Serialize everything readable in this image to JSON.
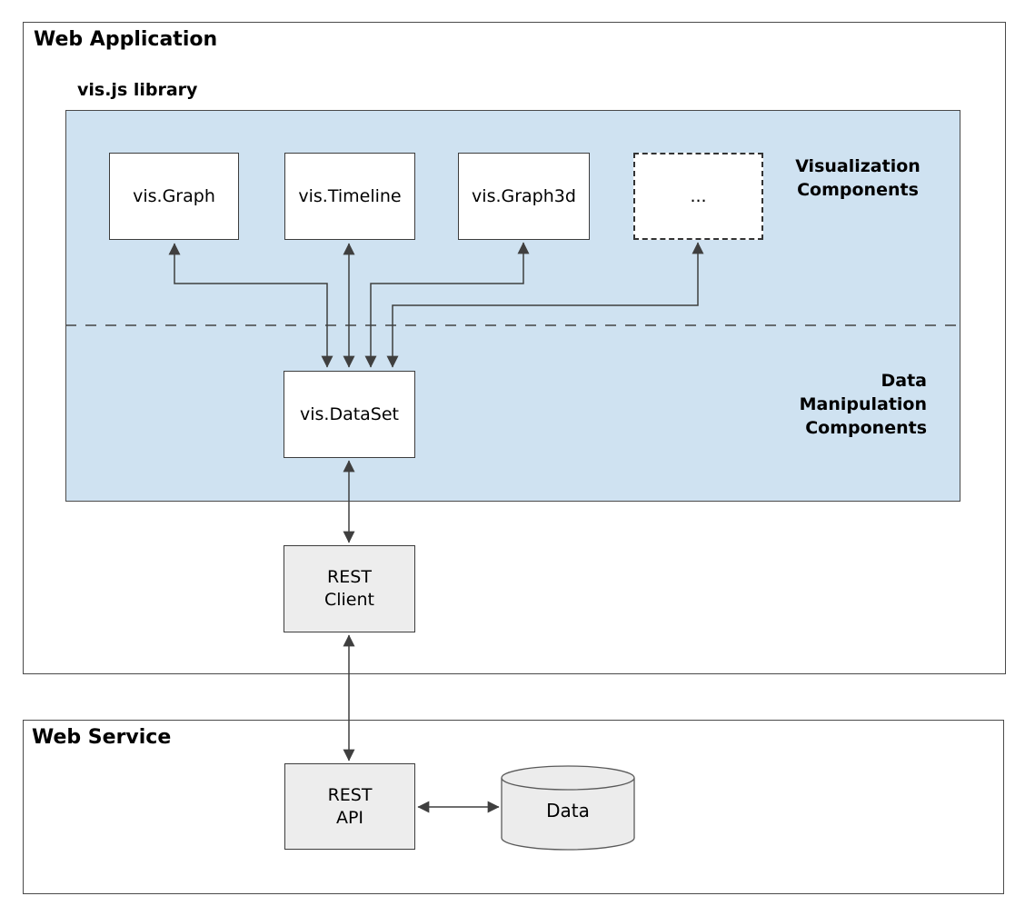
{
  "colors": {
    "library_fill": "#cfe2f1",
    "gray_fill": "#ededed",
    "line": "#3f3f3f",
    "border": "#3d3d3d"
  },
  "web_application": {
    "title": "Web Application"
  },
  "library": {
    "title": "vis.js library",
    "visualization_label": [
      "Visualization",
      "Components"
    ],
    "data_manipulation_label": [
      "Data",
      "Manipulation",
      "Components"
    ],
    "boxes": {
      "graph": "vis.Graph",
      "timeline": "vis.Timeline",
      "graph3d": "vis.Graph3d",
      "more": "...",
      "dataset": "vis.DataSet"
    }
  },
  "rest_client": {
    "lines": [
      "REST",
      "Client"
    ]
  },
  "web_service": {
    "title": "Web Service",
    "rest_api": {
      "lines": [
        "REST",
        "API"
      ]
    },
    "data_store": "Data"
  }
}
